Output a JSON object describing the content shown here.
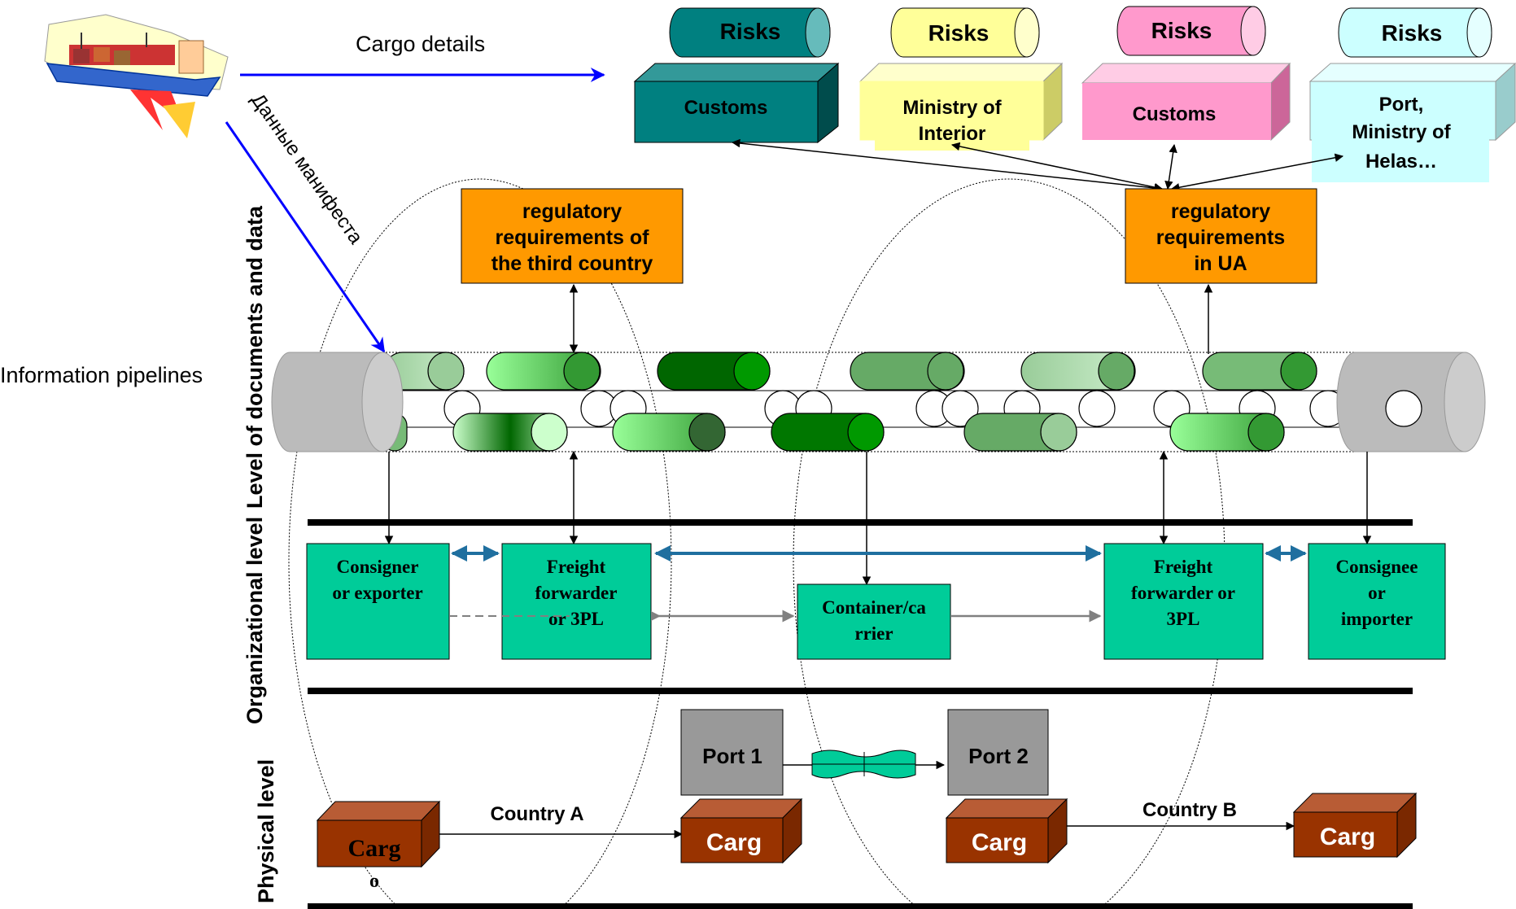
{
  "top": {
    "cargo_details": "Cargo details",
    "manifest_data": "Данные манифеста",
    "info_pipelines": "Information pipelines"
  },
  "levels": {
    "documents": "Level of documents and data",
    "organizational": "Organizational level",
    "physical": "Physical level"
  },
  "authorities": [
    {
      "risk": "Risks",
      "line1": "Customs",
      "line2": "",
      "line3": "",
      "color": "#008080",
      "risk_color": "#008080"
    },
    {
      "risk": "Risks",
      "line1": "Ministry of",
      "line2": "Interior",
      "line3": "",
      "color": "#FFFF99",
      "risk_color": "#FFFF99"
    },
    {
      "risk": "Risks",
      "line1": "Customs",
      "line2": "",
      "line3": "",
      "color": "#FF99CC",
      "risk_color": "#FF99CC"
    },
    {
      "risk": "Risks",
      "line1": "Port,",
      "line2": "Ministry of",
      "line3": "Helas…",
      "color": "#CCFFFF",
      "risk_color": "#CCFFFF"
    }
  ],
  "regulatory": [
    {
      "line1": "regulatory",
      "line2": "requirements of",
      "line3": "the third country"
    },
    {
      "line1": "regulatory",
      "line2": "requirements",
      "line3": "in UA"
    }
  ],
  "actors": [
    {
      "line1": "Consigner",
      "line2": "or exporter",
      "line3": ""
    },
    {
      "line1": "Freight",
      "line2": "forwarder",
      "line3": "or 3PL"
    },
    {
      "line1": "Container/ca",
      "line2": "rrier",
      "line3": ""
    },
    {
      "line1": "Freight",
      "line2": "forwarder or",
      "line3": "3PL"
    },
    {
      "line1": "Consignee",
      "line2": "or",
      "line3": "importer"
    }
  ],
  "ports": {
    "port1": "Port 1",
    "port2": "Port 2"
  },
  "countries": {
    "a": "Country A",
    "b": "Country B"
  },
  "cargo": {
    "box1_l1": "Carg",
    "box1_l2": "o",
    "box2": "Carg",
    "box3": "Carg",
    "box4": "Carg"
  },
  "colors": {
    "teal_actor": "#00CC99",
    "orange": "#FF9900",
    "arrow_blue": "#0000FF",
    "double_arrow": "#1F6F9F",
    "cargo_brown": "#993300",
    "port_gray": "#999999"
  }
}
